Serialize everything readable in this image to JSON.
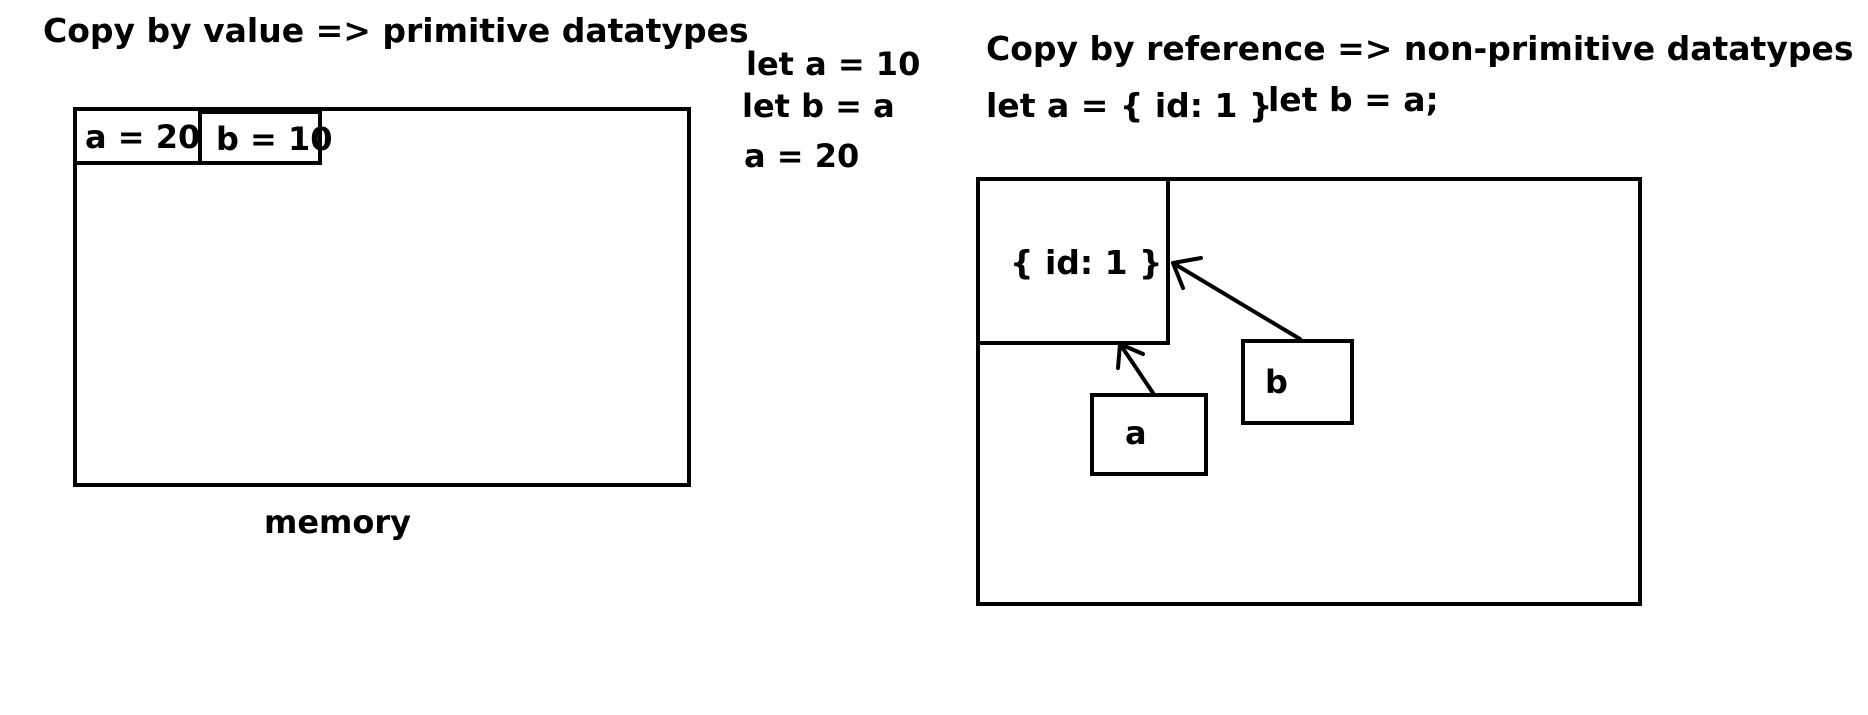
{
  "left": {
    "title": "Copy by value => primitive datatypes",
    "cells": [
      "a = 20",
      "b = 10"
    ],
    "memory_label": "memory"
  },
  "middle": {
    "code": [
      "let a = 10",
      "let b = a",
      "a = 20"
    ]
  },
  "right": {
    "title": "Copy by reference => non-primitive datatypes",
    "code_a": "let a = { id: 1 }",
    "code_b": "let b = a;",
    "object_label": "{ id: 1 }",
    "ref_a": "a",
    "ref_b": "b"
  }
}
